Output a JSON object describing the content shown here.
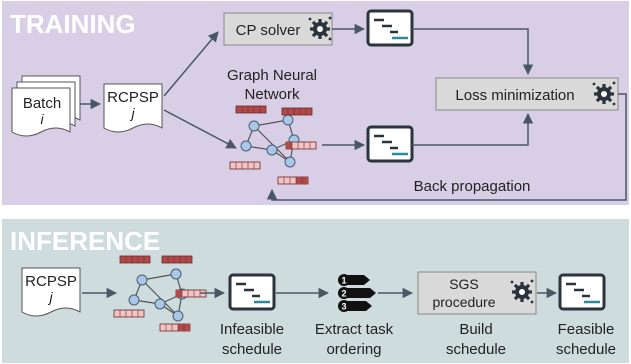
{
  "training": {
    "title": "TRAINING",
    "batch": {
      "label": "Batch",
      "index": "i"
    },
    "rcpsp": {
      "label": "RCPSP",
      "index": "j"
    },
    "cp_solver": "CP solver",
    "gnn": {
      "line1": "Graph Neural",
      "line2": "Network"
    },
    "loss": "Loss minimization",
    "backprop": "Back propagation"
  },
  "inference": {
    "title": "INFERENCE",
    "rcpsp": {
      "label": "RCPSP",
      "index": "j"
    },
    "infeasible": {
      "line1": "Infeasible",
      "line2": "schedule"
    },
    "extract": {
      "line1": "Extract task",
      "line2": "ordering"
    },
    "sgs": {
      "line1": "SGS",
      "line2": "procedure"
    },
    "build": {
      "line1": "Build",
      "line2": "schedule"
    },
    "feasible": {
      "line1": "Feasible",
      "line2": "schedule"
    },
    "order_numbers": [
      "1",
      "2",
      "3"
    ]
  },
  "colors": {
    "training_bg": "#d8cfe6",
    "inference_bg": "#cfdcde",
    "node_fill": "#a9c8e8",
    "feature_red": "#b04a4a",
    "feature_pink": "#f3c4c4",
    "arrow": "#4a5866"
  }
}
